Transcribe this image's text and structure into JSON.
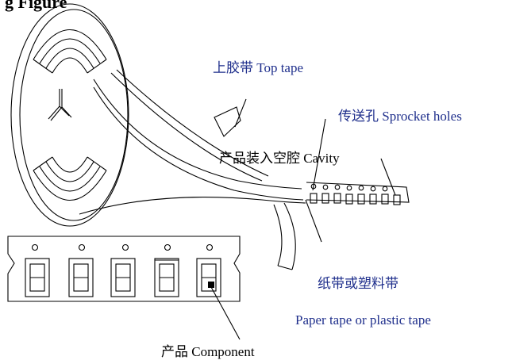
{
  "heading": "g Figure",
  "labels": {
    "top_tape": "上胶带 Top tape",
    "sprocket_holes": "传送孔 Sprocket holes",
    "cavity": "产品装入空腔 Cavity",
    "paper_tape_cn": "纸带或塑料带",
    "paper_tape_en": "Paper tape or plastic tape",
    "component": "产品  Component"
  },
  "colors": {
    "blue_label": "#1f2f8c",
    "black_label": "#000000",
    "line": "#000000"
  }
}
